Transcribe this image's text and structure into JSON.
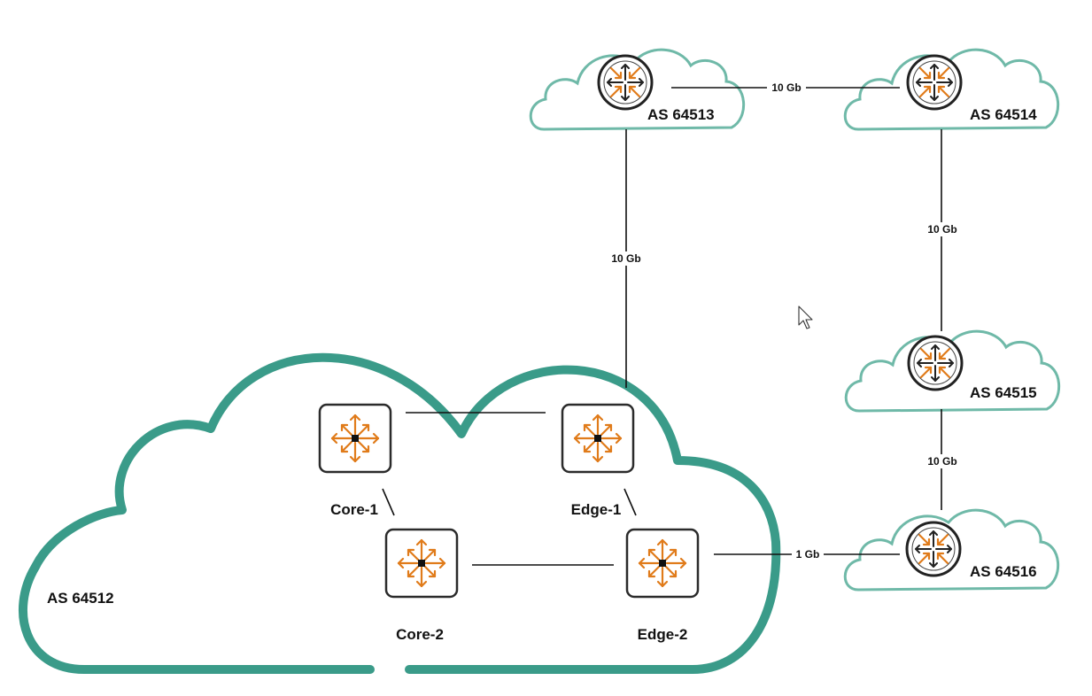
{
  "diagram": {
    "main_as": {
      "label": "AS 64512"
    },
    "nodes": {
      "core1": {
        "label": "Core-1"
      },
      "core2": {
        "label": "Core-2"
      },
      "edge1": {
        "label": "Edge-1"
      },
      "edge2": {
        "label": "Edge-2"
      }
    },
    "peer_as": {
      "as64513": {
        "label": "AS 64513"
      },
      "as64514": {
        "label": "AS 64514"
      },
      "as64515": {
        "label": "AS 64515"
      },
      "as64516": {
        "label": "AS 64516"
      }
    },
    "links": {
      "as64513_as64514": "10 Gb",
      "edge1_as64513": "10 Gb",
      "as64514_as64515": "10 Gb",
      "as64515_as64516": "10 Gb",
      "edge2_as64516": "1 Gb"
    }
  },
  "icons": {
    "switch": "layer3-switch-icon",
    "router": "router-icon",
    "cursor": "mouse-cursor-icon"
  },
  "colors": {
    "cloud_main": "#3a9b89",
    "cloud_small": "#6fb9a8",
    "icon_orange": "#e07b1a",
    "icon_border": "#2b2b2b"
  }
}
